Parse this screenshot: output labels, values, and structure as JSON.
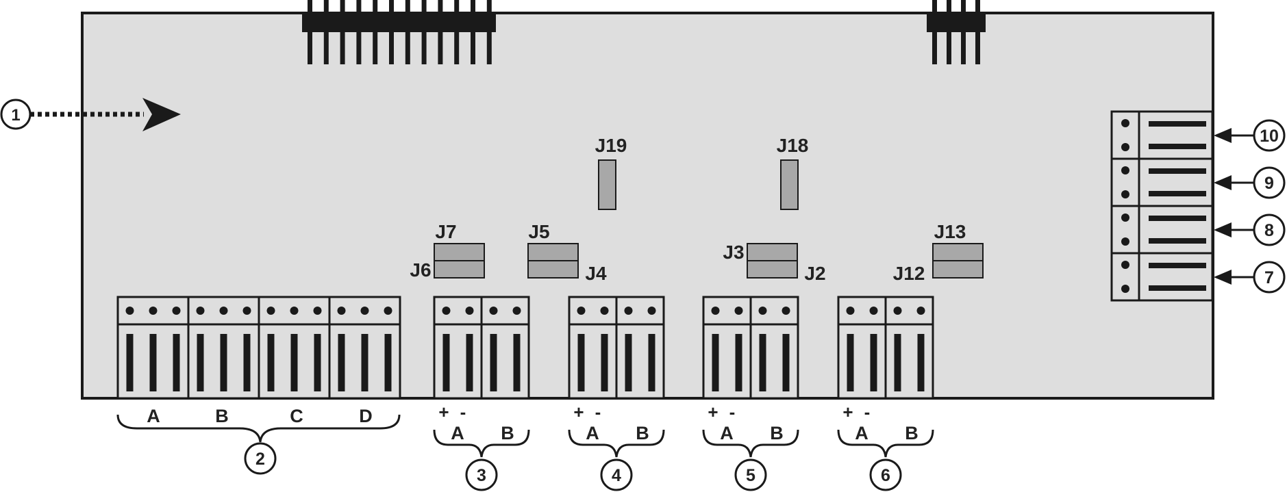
{
  "callouts": {
    "c1": "1",
    "c2": "2",
    "c3": "3",
    "c4": "4",
    "c5": "5",
    "c6": "6",
    "c7": "7",
    "c8": "8",
    "c9": "9",
    "c10": "10"
  },
  "jumpers": {
    "j19": "J19",
    "j18": "J18",
    "j7": "J7",
    "j6": "J6",
    "j5": "J5",
    "j4": "J4",
    "j3": "J3",
    "j2": "J2",
    "j13": "J13",
    "j12": "J12"
  },
  "group2_labels": [
    "A",
    "B",
    "C",
    "D"
  ],
  "pair_labels": {
    "plus": "+",
    "minus": "-",
    "a": "A",
    "b": "B"
  },
  "colors": {
    "board": "#dedede",
    "jumper": "#a8a8a8",
    "ink": "#1a1a1a"
  }
}
